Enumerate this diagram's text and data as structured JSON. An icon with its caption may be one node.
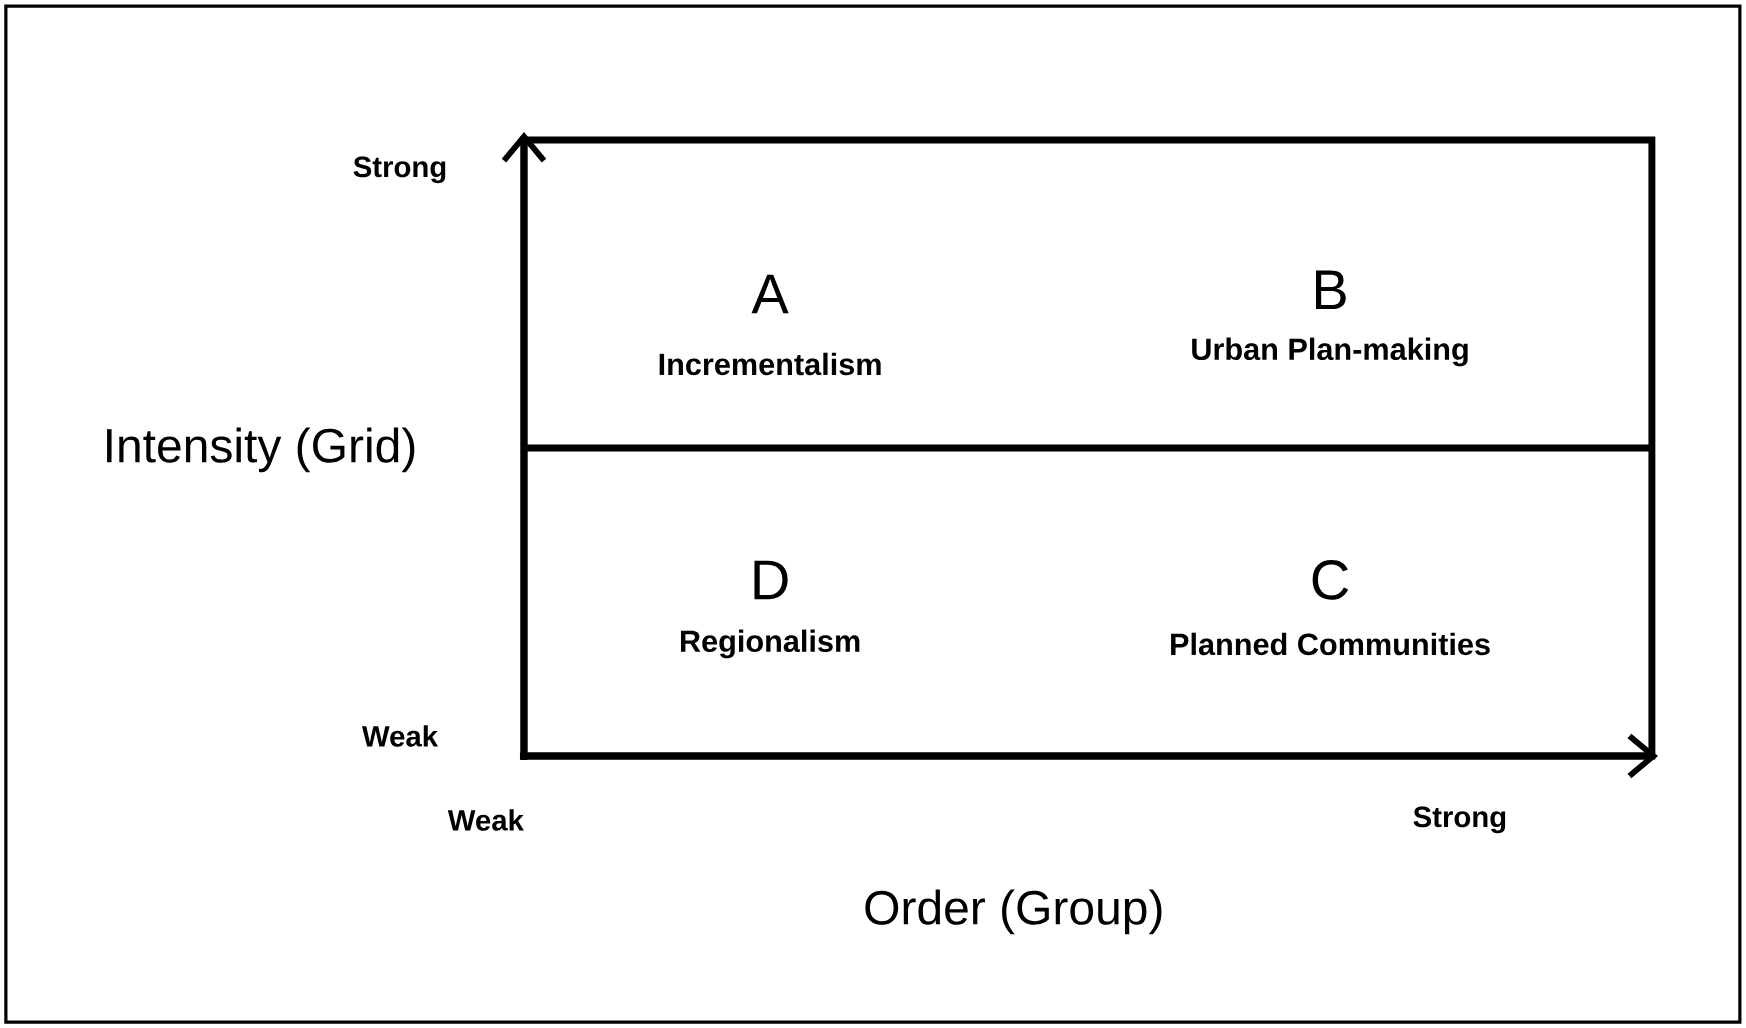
{
  "diagram": {
    "nodes": [
      {
        "text": [
          "A",
          "Incrementalism",
          "B",
          "Urban Plan-making",
          "D",
          "Regionalism",
          "C",
          "Planned Communities"
        ]
      }
    ],
    "labels": [
      "Strong",
      "Intensity (Grid)",
      "Weak",
      "Weak",
      "Strong",
      "Order (Group)"
    ]
  }
}
